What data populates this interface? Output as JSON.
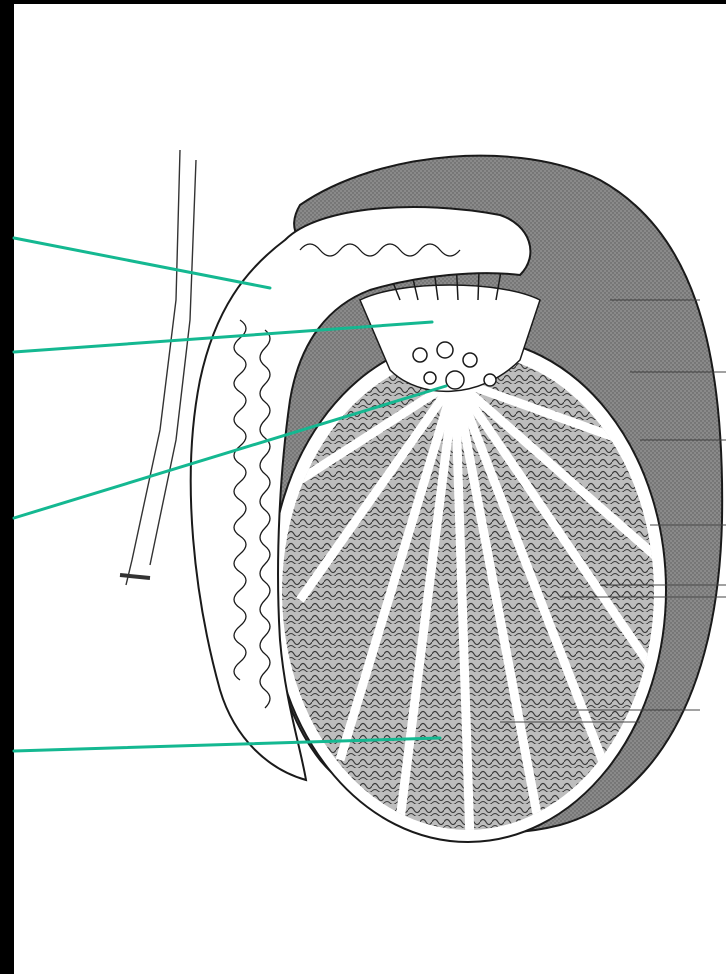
{
  "colors": {
    "background": "#ffffff",
    "frame": "#000000",
    "leader_line": "#14b891",
    "tunica_albuginea": "#6e6e6e",
    "lobule_fill": "#b4b4b4",
    "outline": "#1a1a1a"
  },
  "leader_lines": [
    {
      "name": "leader-line-epididymis"
    },
    {
      "name": "leader-line-efferent-ductules"
    },
    {
      "name": "leader-line-rete-testis"
    },
    {
      "name": "leader-line-seminiferous-tubules"
    }
  ],
  "icons": [
    "testis-cross-section-illustration"
  ]
}
